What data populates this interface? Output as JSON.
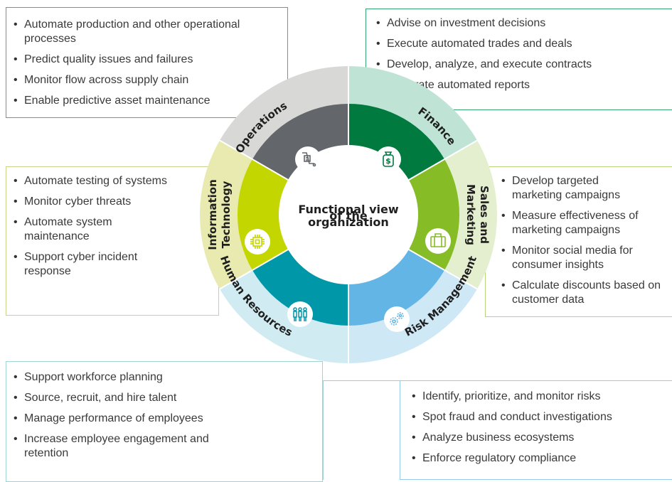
{
  "center": {
    "line1": "Functional view",
    "line2": "of the",
    "line3": "organization"
  },
  "segments": [
    {
      "id": "operations",
      "name": "Operations",
      "icon": "cart-icon",
      "outer_color": "#d8d8d6",
      "inner_color": "#63666a"
    },
    {
      "id": "finance",
      "name": "Finance",
      "icon": "money-bag-icon",
      "outer_color": "#bfe4d6",
      "inner_color": "#007a3e"
    },
    {
      "id": "sales",
      "name_line1": "Sales and",
      "name_line2": "Marketing",
      "icon": "briefcase-icon",
      "outer_color": "#e4efcf",
      "inner_color": "#86bc25"
    },
    {
      "id": "risk",
      "name": "Risk Management",
      "icon": "gears-icon",
      "outer_color": "#cfe8f6",
      "inner_color": "#62b5e5"
    },
    {
      "id": "hr",
      "name": "Human Resources",
      "icon": "people-icon",
      "outer_color": "#d0ecf2",
      "inner_color": "#0097a9"
    },
    {
      "id": "it",
      "name_line1": "Information",
      "name_line2": "Technology",
      "icon": "chip-icon",
      "outer_color": "#e8eab0",
      "inner_color": "#c4d600"
    }
  ],
  "operations_items": [
    "Automate production and other operational processes",
    "Predict quality issues and failures",
    "Monitor flow across supply chain",
    "Enable predictive asset maintenance"
  ],
  "finance_items": [
    "Advise on investment decisions",
    "Execute automated trades and deals",
    "Develop, analyze, and execute contracts",
    "Generate automated reports"
  ],
  "it_items": [
    "Automate testing of systems",
    "Monitor cyber threats",
    "Automate system maintenance",
    "Support cyber incident response"
  ],
  "sales_items": [
    "Develop targeted marketing campaigns",
    "Measure effectiveness of marketing campaigns",
    "Monitor social media for consumer insights",
    "Calculate discounts based on customer data"
  ],
  "hr_items": [
    "Support workforce planning",
    "Source, recruit, and hire talent",
    "Manage performance of employees",
    "Increase employee engagement and retention"
  ],
  "risk_items": [
    "Identify, prioritize, and monitor risks",
    "Spot fraud and conduct investigations",
    "Analyze business ecosystems",
    "Enforce regulatory compliance"
  ]
}
